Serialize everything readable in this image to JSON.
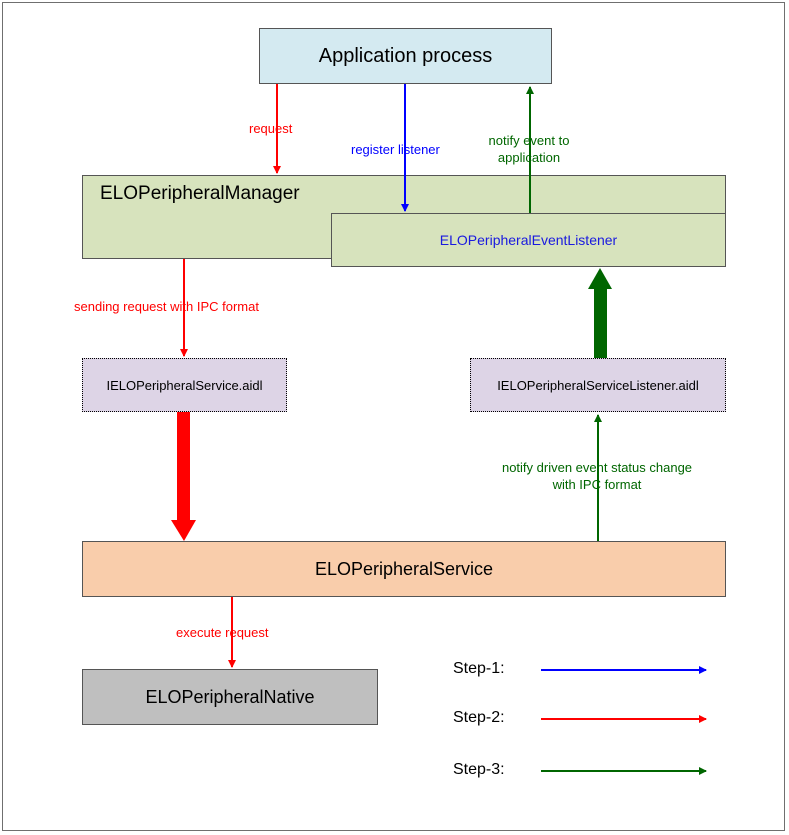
{
  "boxes": {
    "application_process": "Application process",
    "peripheral_manager": "ELOPeripheralManager",
    "event_listener": "ELOPeripheralEventListener",
    "service_aidl": "IELOPeripheralService.aidl",
    "listener_aidl": "IELOPeripheralServiceListener.aidl",
    "peripheral_service": "ELOPeripheralService",
    "peripheral_native": "ELOPeripheralNative"
  },
  "labels": {
    "request": "request",
    "register_listener": "register listener",
    "notify_app_line1": "notify event to",
    "notify_app_line2": "application",
    "sending_request": "sending request with IPC format",
    "notify_driven_line1": "notify driven event status change",
    "notify_driven_line2": "with IPC format",
    "execute_request": "execute request"
  },
  "legend": [
    {
      "label": "Step-1:",
      "color": "#0000ff"
    },
    {
      "label": "Step-2:",
      "color": "#ff0000"
    },
    {
      "label": "Step-3:",
      "color": "#006600"
    }
  ],
  "colors": {
    "step1": "#0000ff",
    "step2": "#ff0000",
    "step3": "#006600"
  }
}
